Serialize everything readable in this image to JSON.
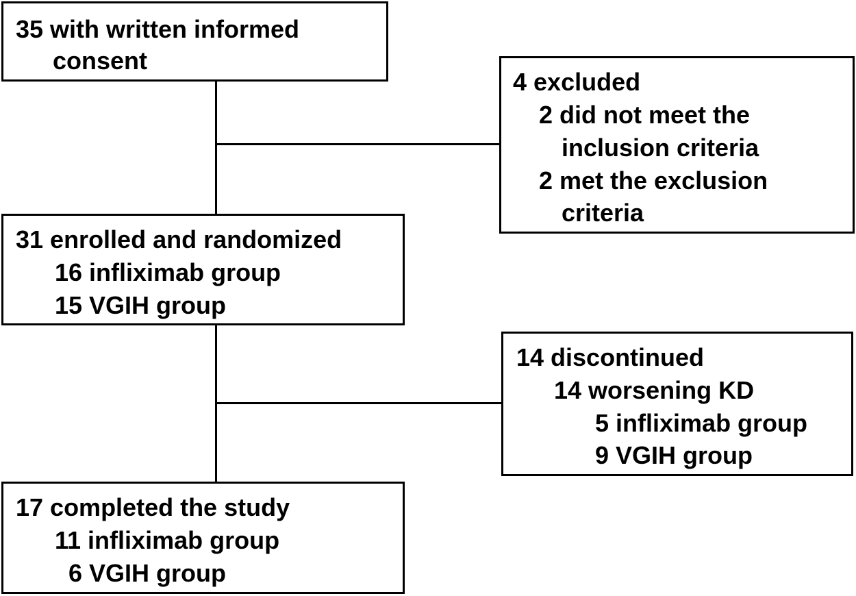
{
  "consent": {
    "lines": [
      "35 with written informed",
      "consent"
    ]
  },
  "excluded": {
    "lines": [
      "4 excluded",
      "2 did not meet the",
      "inclusion criteria",
      "2 met the exclusion",
      "criteria"
    ]
  },
  "enrolled": {
    "lines": [
      "31 enrolled and randomized",
      "16 infliximab group",
      "15 VGIH group"
    ]
  },
  "discontinued": {
    "lines": [
      "14 discontinued",
      "14 worsening KD",
      "5 infliximab group",
      "9 VGIH group"
    ]
  },
  "completed": {
    "lines": [
      "17 completed the study",
      "11 infliximab group",
      "6 VGIH group"
    ]
  }
}
